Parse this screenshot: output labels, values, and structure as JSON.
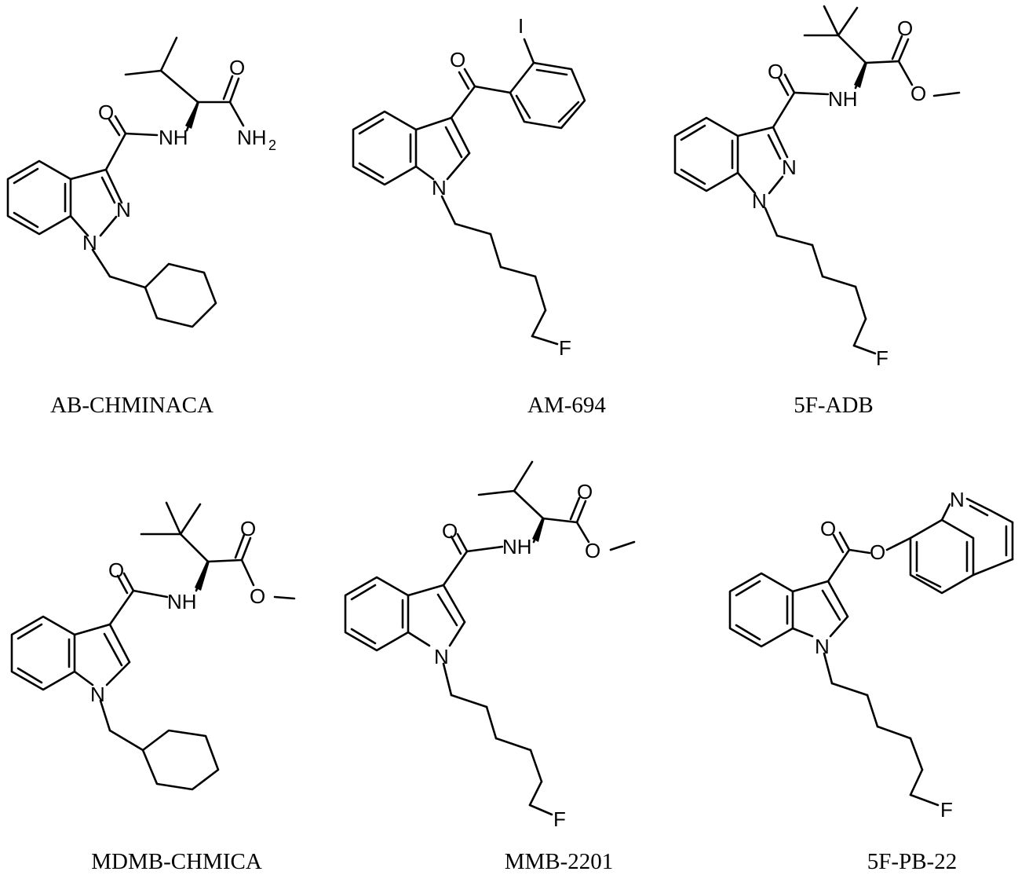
{
  "figure": {
    "compounds": [
      {
        "name": "AB-CHMINACA",
        "atom_labels": {
          "oxygen_1": "O",
          "oxygen_2": "O",
          "amide_nh": "NH",
          "amine_n": "NH",
          "amine_sub": "2",
          "pyrazole_n1": "N",
          "pyrazole_n2": "N"
        }
      },
      {
        "name": "AM-694",
        "atom_labels": {
          "iodine": "I",
          "oxygen": "O",
          "indole_n": "N",
          "fluorine": "F"
        }
      },
      {
        "name": "5F-ADB",
        "atom_labels": {
          "oxygen_1": "O",
          "oxygen_2": "O",
          "oxygen_3": "O",
          "amide_nh": "NH",
          "pyrazole_n1": "N",
          "pyrazole_n2": "N",
          "fluorine": "F"
        }
      },
      {
        "name": "MDMB-CHMICA",
        "atom_labels": {
          "oxygen_1": "O",
          "oxygen_2": "O",
          "oxygen_3": "O",
          "amide_nh": "NH",
          "indole_n": "N"
        }
      },
      {
        "name": "MMB-2201",
        "atom_labels": {
          "oxygen_1": "O",
          "oxygen_2": "O",
          "oxygen_3": "O",
          "amide_nh": "NH",
          "indole_n": "N",
          "fluorine": "F"
        }
      },
      {
        "name": "5F-PB-22",
        "atom_labels": {
          "oxygen_1": "O",
          "oxygen_2": "O",
          "quinoline_n": "N",
          "indole_n": "N",
          "fluorine": "F"
        }
      }
    ]
  }
}
